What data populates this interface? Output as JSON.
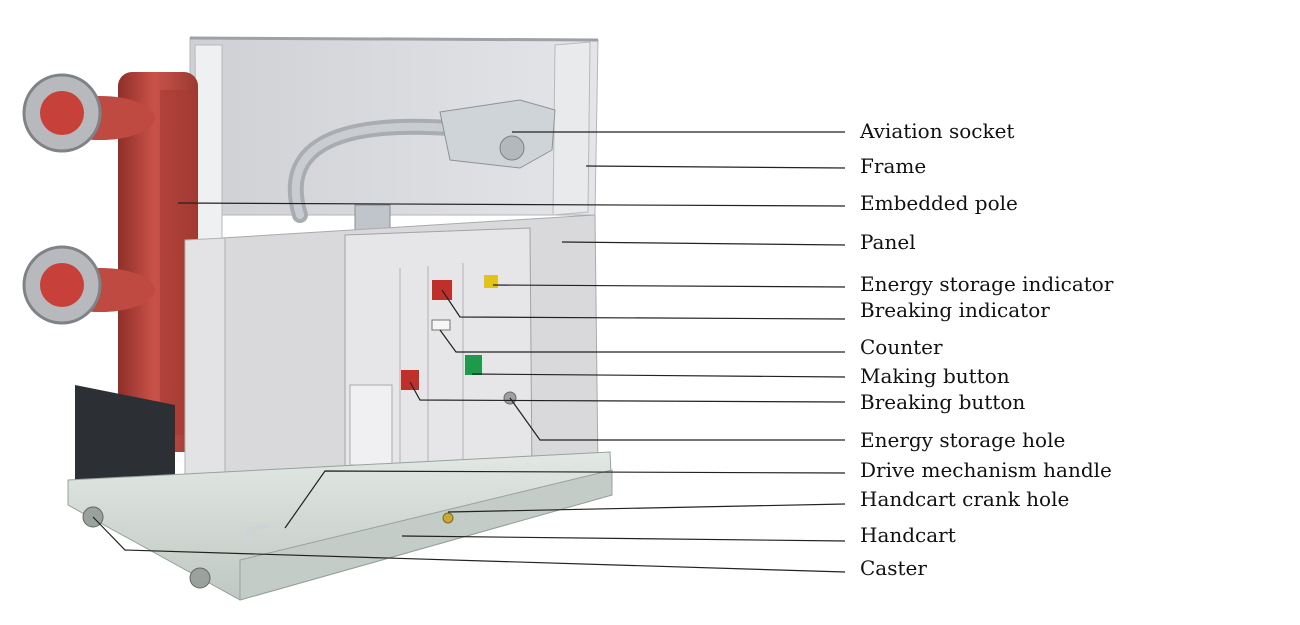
{
  "diagram": {
    "labels": [
      {
        "id": "aviation-socket",
        "text": "Aviation socket"
      },
      {
        "id": "frame",
        "text": "Frame"
      },
      {
        "id": "embedded-pole",
        "text": "Embedded pole"
      },
      {
        "id": "panel",
        "text": "Panel"
      },
      {
        "id": "energy-storage-indicator",
        "text": "Energy storage indicator"
      },
      {
        "id": "breaking-indicator",
        "text": "Breaking indicator"
      },
      {
        "id": "counter",
        "text": "Counter"
      },
      {
        "id": "making-button",
        "text": "Making button"
      },
      {
        "id": "breaking-button",
        "text": "Breaking button"
      },
      {
        "id": "energy-storage-hole",
        "text": "Energy storage hole"
      },
      {
        "id": "drive-mechanism-handle",
        "text": "Drive mechanism handle"
      },
      {
        "id": "handcart-crank-hole",
        "text": "Handcart crank hole"
      },
      {
        "id": "handcart",
        "text": "Handcart"
      },
      {
        "id": "caster",
        "text": "Caster"
      }
    ],
    "colors": {
      "pole_red": "#b8443a",
      "panel_grey": "#d9d9dc",
      "making_green": "#1f9a4b",
      "breaking_red": "#c0302b",
      "indicator_yellow": "#e2c31a",
      "leader_line": "#222222"
    }
  }
}
